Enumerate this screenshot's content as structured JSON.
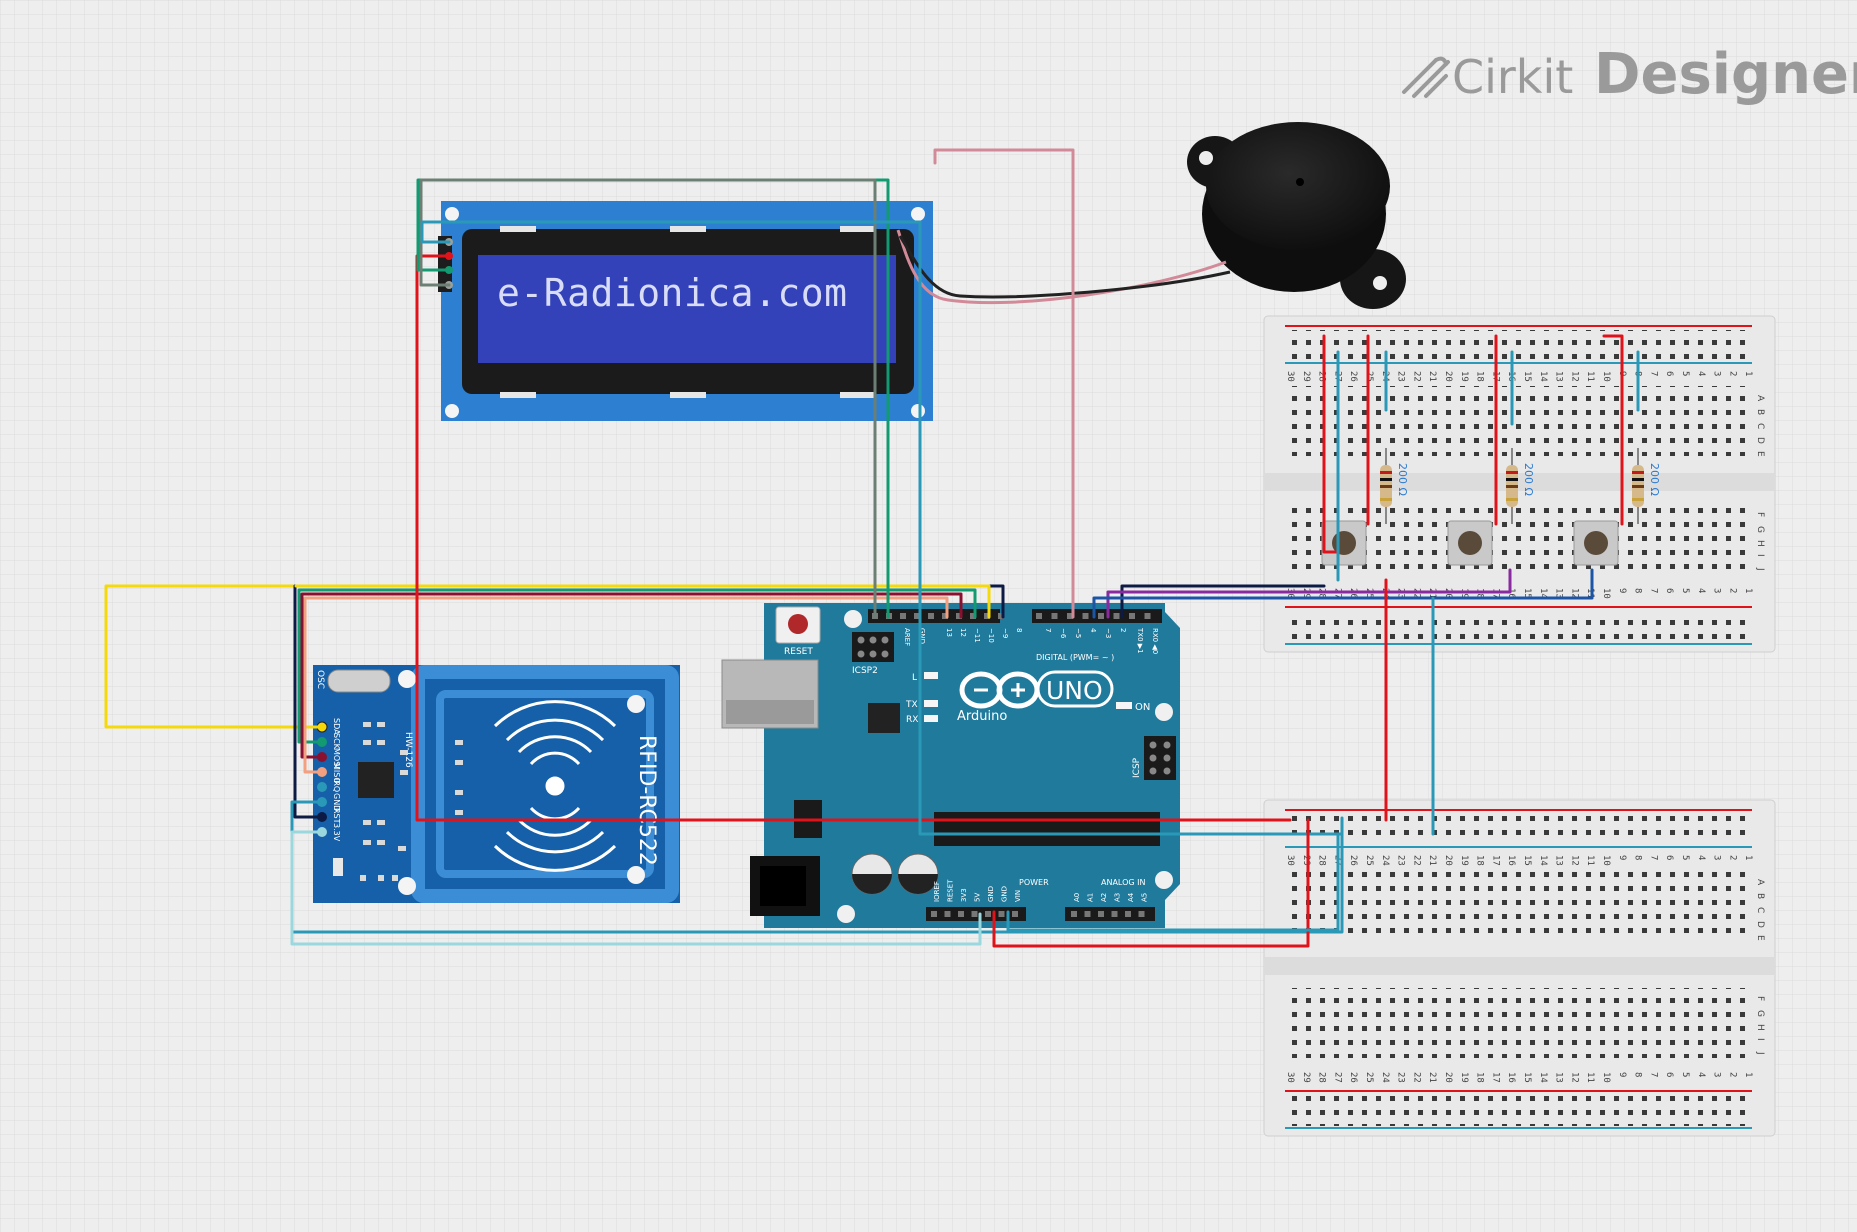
{
  "app": {
    "brand": "Cirkit",
    "brand_strong": "Designer"
  },
  "lcd": {
    "text": "e-Radionica.com"
  },
  "rfid": {
    "model": "RFID-RC522",
    "board_id": "HW-126",
    "osc_label": "OSC",
    "pin_labels": [
      "SDA",
      "SCK",
      "MOSI",
      "MISO",
      "IRQ",
      "GND",
      "RST",
      "3.3V"
    ]
  },
  "arduino": {
    "brand": "Arduino",
    "model": "UNO",
    "reset_label": "RESET",
    "icsp2_label": "ICSP2",
    "icsp_label": "ICSP",
    "on_label": "ON",
    "l_label": "L",
    "tx_label": "TX",
    "rx_label": "RX",
    "digital_label": "DIGITAL (PWM= ~ )",
    "power_label": "POWER",
    "analog_label": "ANALOG IN",
    "header_top_labels": [
      "AREF",
      "GND",
      "13",
      "12",
      "~11",
      "~10",
      "~9",
      "8",
      "7",
      "~6",
      "~5",
      "4",
      "~3",
      "2",
      "TX0 ▶1",
      "RX0 ◀0"
    ],
    "power_pins": [
      "IOREF",
      "RESET",
      "3V3",
      "5V",
      "GND",
      "GND",
      "VIN"
    ],
    "analog_pins": [
      "A0",
      "A1",
      "A2",
      "A3",
      "A4",
      "A5"
    ]
  },
  "resistors": {
    "value_label": "200 Ω"
  },
  "breadboard": {
    "column_numbers": [
      "30",
      "29",
      "28",
      "27",
      "26",
      "25",
      "24",
      "23",
      "22",
      "21",
      "20",
      "19",
      "18",
      "17",
      "16",
      "15",
      "14",
      "13",
      "12",
      "11",
      "10",
      "9",
      "8",
      "7",
      "6",
      "5",
      "4",
      "3",
      "2",
      "1"
    ],
    "row_letters_top": [
      "A",
      "B",
      "C",
      "D",
      "E"
    ],
    "row_letters_bottom": [
      "F",
      "G",
      "H",
      "I",
      "J"
    ]
  },
  "colors": {
    "canvas_bg": "#eeeeee",
    "grid": "#dddddd",
    "arduino_blue": "#1f7a9c",
    "lcd_blue": "#2d7fd1",
    "lcd_screen": "#3342b8",
    "rfid_blue": "#1560a8",
    "wire_red": "#e0131b",
    "wire_blue": "#2a99b8",
    "wire_green": "#129a70",
    "wire_yellow": "#f5d90a",
    "wire_navy": "#0c1a44",
    "wire_pink": "#d38a98",
    "wire_purple": "#8a2aa0"
  }
}
